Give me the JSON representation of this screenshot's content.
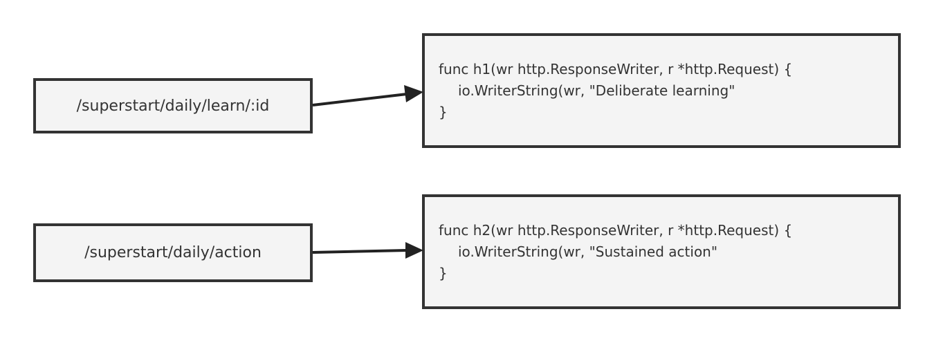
{
  "routes": [
    {
      "path": "/superstart/daily/learn/:id",
      "handler": {
        "line1": "func h1(wr http.ResponseWriter, r *http.Request) {",
        "line2": "io.WriterString(wr, \"Deliberate learning\"",
        "line3": "}"
      }
    },
    {
      "path": "/superstart/daily/action",
      "handler": {
        "line1": "func h2(wr http.ResponseWriter, r *http.Request) {",
        "line2": "io.WriterString(wr, \"Sustained action\"",
        "line3": "}"
      }
    }
  ],
  "colors": {
    "border": "#333333",
    "fill": "#f4f4f4",
    "arrow": "#222222"
  }
}
